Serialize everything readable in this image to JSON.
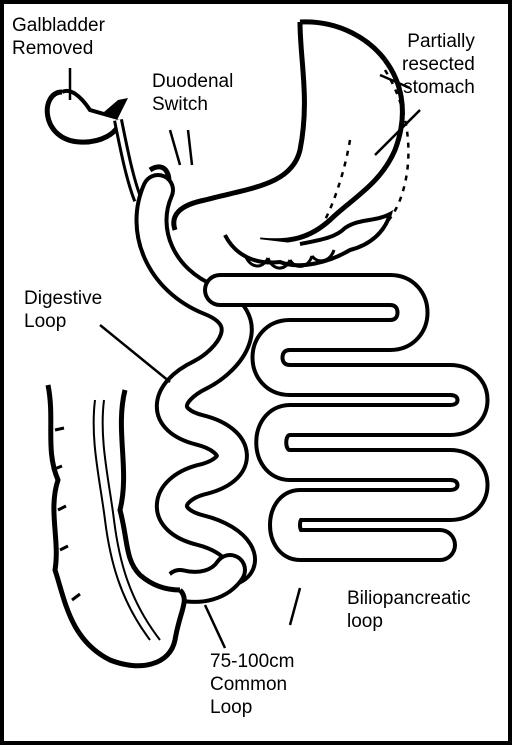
{
  "labels": {
    "gallbladder": [
      "Galbladder",
      "Removed"
    ],
    "duodenal_switch": [
      "Duodenal",
      "Switch"
    ],
    "stomach": [
      "Partially",
      "resected",
      "stomach"
    ],
    "digestive_loop": [
      "Digestive",
      "Loop"
    ],
    "biliopancreatic_loop": [
      "Biliopancreatic",
      "loop"
    ],
    "common_loop": [
      "75-100cm",
      "Common",
      "Loop"
    ]
  },
  "colors": {
    "ink": "#000000",
    "paper": "#ffffff"
  }
}
